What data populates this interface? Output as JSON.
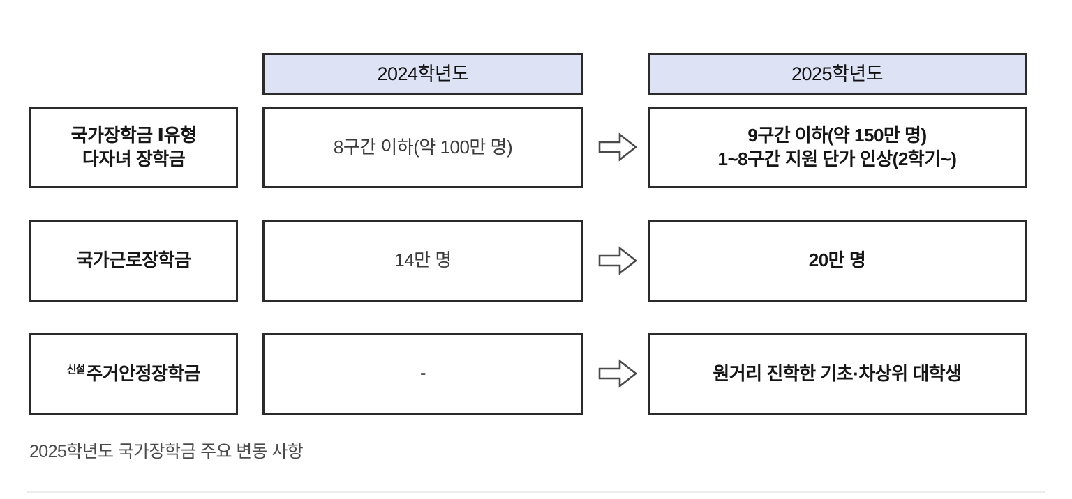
{
  "caption": "2025학년도 국가장학금 주요 변동 사항",
  "columns": {
    "year_2024": "2024학년도",
    "year_2025": "2025학년도"
  },
  "arrow_icon": "right-block-arrow",
  "rows": [
    {
      "label_line1": "국가장학금 Ⅰ유형",
      "label_line2": "다자녀 장학금",
      "value_2024_line1": "8구간 이하(약 100만 명)",
      "value_2024_line2": "",
      "value_2025_line1": "9구간 이하(약 150만 명)",
      "value_2025_line2": "1~8구간 지원 단가 인상(2학기~)"
    },
    {
      "label_line1": "국가근로장학금",
      "label_line2": "",
      "value_2024_line1": "14만 명",
      "value_2024_line2": "",
      "value_2025_line1": "20만 명",
      "value_2025_line2": ""
    },
    {
      "badge": "신설",
      "label_line1": "주거안정장학금",
      "label_line2": "",
      "value_2024_line1": "-",
      "value_2024_line2": "",
      "value_2025_line1": "원거리 진학한 기초·차상위 대학생",
      "value_2025_line2": ""
    }
  ],
  "colors": {
    "header_fill": "#dde3f5",
    "border": "#2b2b2b",
    "caption_text": "#4a4a4a",
    "rule": "#ececec"
  }
}
